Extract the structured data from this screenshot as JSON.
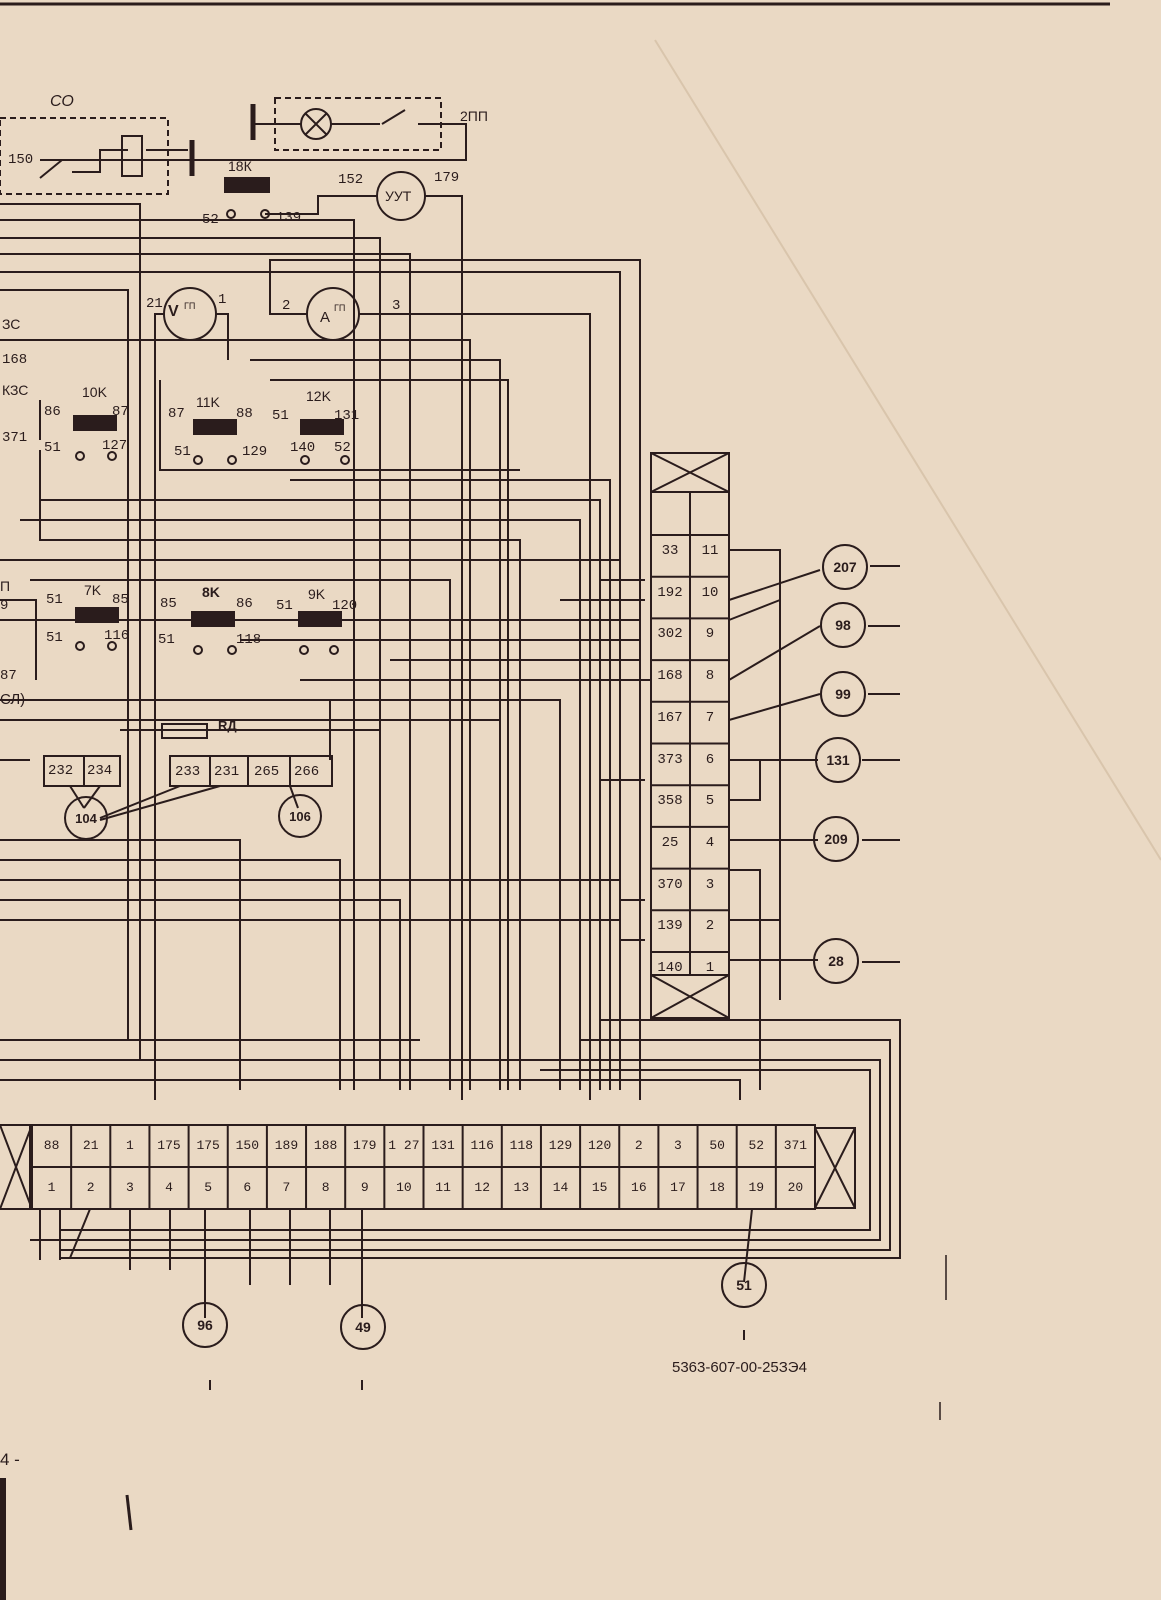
{
  "header": {
    "co_label": "СО",
    "pp2_label": "2ПП",
    "k18_label": "18К",
    "uut_label": "УУТ"
  },
  "doc_number": "5363-607-00-25ЗЭ4",
  "page_fragment": "4 -",
  "top_wire_numbers": [
    "150",
    "152",
    "179",
    "52",
    "139"
  ],
  "instruments": [
    {
      "name": "voltmeter",
      "symbol": "V",
      "sub": "ГП",
      "pins": [
        "21",
        "1"
      ]
    },
    {
      "name": "ammeter",
      "symbol": "A",
      "sub": "ГП",
      "pins": [
        "2",
        "3"
      ]
    }
  ],
  "left_labels": [
    "ЗС",
    "168",
    "КЗС",
    "371",
    "П",
    "9",
    "87",
    "СЛ)"
  ],
  "relays": [
    {
      "id": "10K",
      "label": "10K",
      "pins": [
        "86",
        "87",
        "51",
        "127"
      ]
    },
    {
      "id": "11K",
      "label": "11K",
      "pins": [
        "87",
        "88",
        "51",
        "129"
      ]
    },
    {
      "id": "12K",
      "label": "12K",
      "pins": [
        "51",
        "131",
        "140",
        "52"
      ]
    },
    {
      "id": "7K",
      "label": "7K",
      "pins": [
        "51",
        "85",
        "51",
        "116"
      ]
    },
    {
      "id": "8K",
      "label": "8K",
      "pins": [
        "85",
        "86",
        "51",
        "118"
      ]
    },
    {
      "id": "9K",
      "label": "9K",
      "pins": [
        "51",
        "120"
      ]
    }
  ],
  "rd_label": "RД",
  "small_blocks": [
    {
      "cells": [
        "232",
        "234"
      ]
    },
    {
      "cells": [
        "233",
        "231",
        "265",
        "266"
      ]
    }
  ],
  "right_connector": {
    "rows": [
      {
        "wire": "33",
        "pin": "11"
      },
      {
        "wire": "192",
        "pin": "10"
      },
      {
        "wire": "302",
        "pin": "9"
      },
      {
        "wire": "168",
        "pin": "8"
      },
      {
        "wire": "167",
        "pin": "7"
      },
      {
        "wire": "373",
        "pin": "6"
      },
      {
        "wire": "358",
        "pin": "5"
      },
      {
        "wire": "25",
        "pin": "4"
      },
      {
        "wire": "370",
        "pin": "3"
      },
      {
        "wire": "139",
        "pin": "2"
      },
      {
        "wire": "140",
        "pin": "1"
      }
    ]
  },
  "bottom_connector": {
    "wires": [
      "88",
      "21",
      "1",
      "175",
      "175",
      "150",
      "189",
      "188",
      "179",
      "1 27",
      "131",
      "116",
      "118",
      "129",
      "120",
      "2",
      "3",
      "50",
      "52",
      "371"
    ],
    "pins": [
      "1",
      "2",
      "3",
      "4",
      "5",
      "6",
      "7",
      "8",
      "9",
      "10",
      "11",
      "12",
      "13",
      "14",
      "15",
      "16",
      "17",
      "18",
      "19",
      "20"
    ]
  },
  "harness_circles": [
    "207",
    "98",
    "99",
    "131",
    "209",
    "28",
    "104",
    "106",
    "96",
    "49",
    "51"
  ],
  "colors": {
    "paper": "#ead9c4",
    "ink": "#2a1c1c"
  }
}
